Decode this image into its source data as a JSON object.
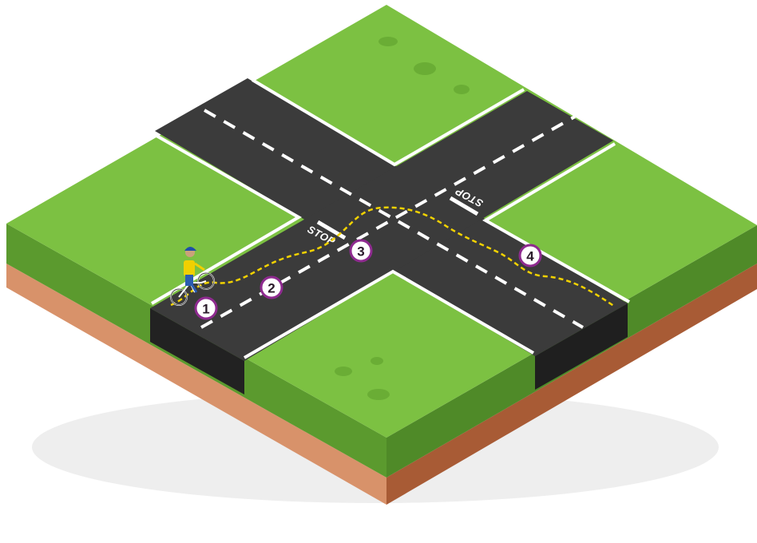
{
  "scene": {
    "stop_signs": [
      "STOP",
      "STOP"
    ],
    "steps": [
      "1",
      "2",
      "3",
      "4"
    ]
  },
  "colors": {
    "grass_top": "#7cc142",
    "grass_side_left": "#5b9a2e",
    "grass_side_right": "#4f8a28",
    "soil_left": "#d8926a",
    "soil_right": "#a85b35",
    "road": "#3b3b3b",
    "road_cut": "#222222",
    "marking": "#ffffff",
    "route_line": "#f2d200",
    "step_ring": "#8e2a8f"
  },
  "icons": [
    "bicycle-rider-icon"
  ]
}
